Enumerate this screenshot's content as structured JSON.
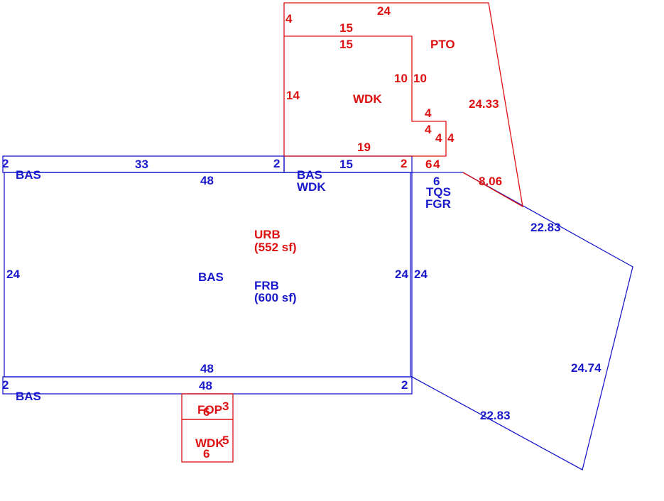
{
  "colors": {
    "blue": "#1a1acc",
    "red": "#dd1111",
    "background": "#ffffff"
  },
  "areas": {
    "main_code": "BAS",
    "urb_code": "URB",
    "urb_area": "(552 sf)",
    "frb_code": "FRB",
    "frb_area": "(600 sf)",
    "top_strip_code": "BAS",
    "bottom_strip_code": "BAS",
    "mid_strip_code": "BAS",
    "mid_strip_code2": "WDK",
    "garage_code": "TQS",
    "garage_code2": "FGR",
    "deck_code": "WDK",
    "patio_code": "PTO",
    "porch_code": "FOP",
    "lower_deck_code": "WDK"
  },
  "dims": {
    "main_top": "48",
    "main_bottom": "48",
    "main_left": "24",
    "main_right": "24",
    "garage_left": "24",
    "top_strip_left": "2",
    "top_strip_len": "33",
    "top_strip_right": "2",
    "top_mid_len": "15",
    "top_mid_right": "2",
    "bottom_strip_left": "2",
    "bottom_strip_len": "48",
    "bottom_strip_right": "2",
    "garage_top": "6",
    "garage_upper_diag": "22.83",
    "garage_right": "24.74",
    "garage_lower_diag": "22.83",
    "deck_top_small": "4",
    "deck_top_outer": "24",
    "deck_top_15a": "15",
    "deck_top_15b": "15",
    "deck_left": "14",
    "deck_inner_10a": "10",
    "deck_inner_10b": "10",
    "deck_step_4a": "4",
    "deck_step_4b": "4",
    "deck_step_4c": "4",
    "deck_step_4d": "4",
    "deck_bottom": "19",
    "patio_diag": "24.33",
    "patio_bottom": "8.06",
    "deck_bottom_small": "6",
    "porch_top": "6",
    "porch_side": "3",
    "lower_deck_side": "5",
    "lower_deck_bottom": "6"
  }
}
